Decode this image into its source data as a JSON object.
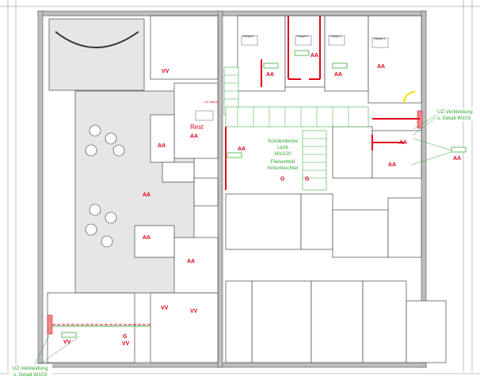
{
  "rooms": {
    "therapy1": "Therapie 1",
    "therapy2": "Therapie 2",
    "therapy3": "Therapie 3",
    "therapy4": "Therapie 4",
    "rest": "Rest",
    "uz_wand": "UZ Wand"
  },
  "markers": {
    "aa": "AA",
    "vv": "VV",
    "g": "G"
  },
  "annotations": {
    "ceiling_line1": "Sonderdecke",
    "ceiling_line2": "Licht",
    "ceiling_line3": "60x120",
    "tile_line1": "Fliesenbild",
    "tile_line2": "hinterleuchtet",
    "uz_right_line1": "UZ-Verkleidung",
    "uz_right_line2": "s. Detail W103",
    "uz_left_line1": "UZ-Verkleidung",
    "uz_left_line2": "s. Detail W103"
  },
  "colors": {
    "marker_red": "#e0001a",
    "annotation_green": "#2ea82e",
    "highlight_yellow": "#f2e200"
  }
}
